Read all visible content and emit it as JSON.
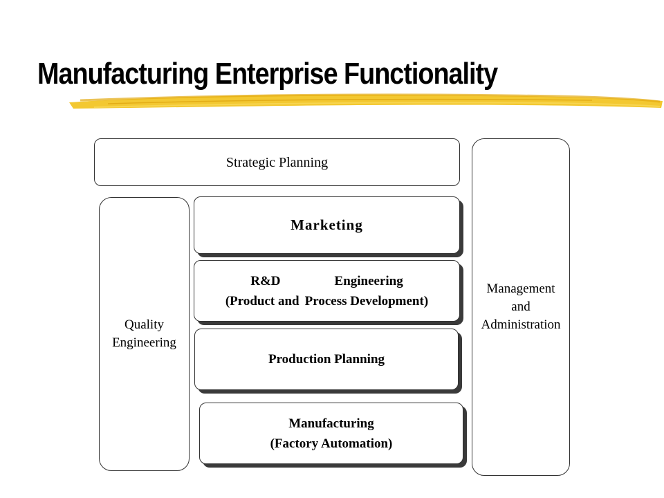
{
  "slide": {
    "title": "Manufacturing Enterprise Functionality"
  },
  "diagram": {
    "strategic_planning": "Strategic Planning",
    "management": {
      "line1": "Management",
      "line2": "and",
      "line3": "Administration"
    },
    "quality": {
      "line1": "Quality",
      "line2": "Engineering"
    },
    "marketing": "Marketing",
    "rnd": {
      "row1_left": "R&D",
      "row1_right": "Engineering",
      "row2_left": "(Product and",
      "row2_right": "Process Development)"
    },
    "production_planning": "Production Planning",
    "manufacturing": {
      "line1": "Manufacturing",
      "line2": "(Factory Automation)"
    }
  },
  "colors": {
    "brush": "#F2C21B",
    "shadow": "#3A3A3A",
    "border": "#333333"
  }
}
